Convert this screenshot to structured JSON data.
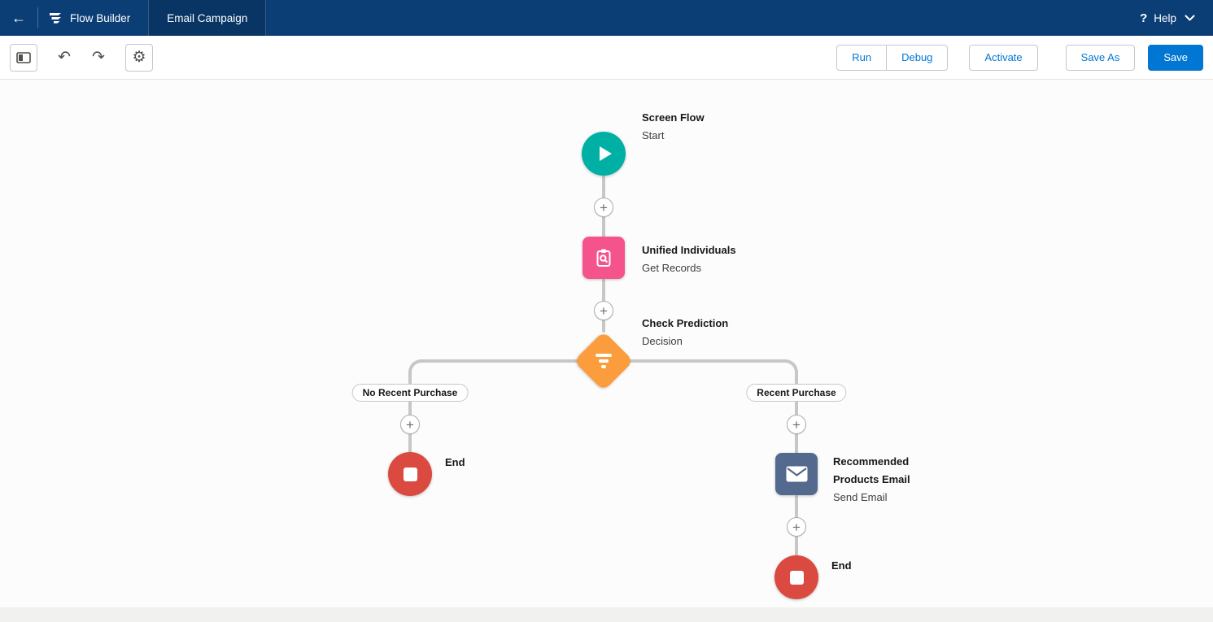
{
  "navbar": {
    "app_name": "Flow Builder",
    "tab_label": "Email Campaign",
    "help_label": "Help"
  },
  "toolbar": {
    "run": "Run",
    "debug": "Debug",
    "activate": "Activate",
    "save_as": "Save As",
    "save": "Save"
  },
  "flow": {
    "start": {
      "title": "Screen Flow",
      "subtitle": "Start"
    },
    "get_records": {
      "title": "Unified Individuals",
      "subtitle": "Get Records"
    },
    "decision": {
      "title": "Check Prediction",
      "subtitle": "Decision"
    },
    "branches": {
      "left": "No Recent Purchase",
      "right": "Recent Purchase"
    },
    "end_left": {
      "title": "End"
    },
    "email": {
      "title": "Recommended Products Email",
      "subtitle": "Send Email"
    },
    "end_right": {
      "title": "End"
    }
  },
  "icons": {
    "back_arrow": "←",
    "help": "?",
    "undo": "↶",
    "redo": "↷",
    "settings": "⚙",
    "add_node": "+"
  },
  "colors": {
    "navbar_bg": "#0b3e75",
    "accent_blue": "#0176d3",
    "start_node": "#00b0a4",
    "get_records_node": "#f4538c",
    "decision_node": "#fb9d3c",
    "end_node": "#da4a40",
    "email_node": "#53698d",
    "connector_gray": "#c9c7c5"
  }
}
